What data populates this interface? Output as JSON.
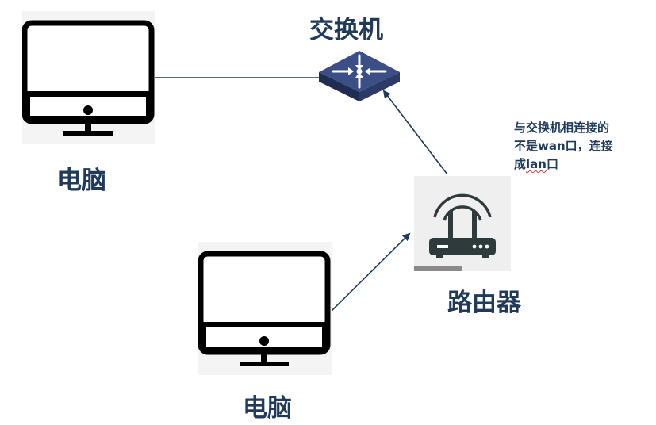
{
  "nodes": {
    "switch_label": "交换机",
    "pc_top_label": "电脑",
    "pc_bottom_label": "电脑",
    "router_label": "路由器"
  },
  "note": {
    "line1": "与交换机相连接的",
    "line2": "不是wan口，连接",
    "line3_prefix": "成",
    "line3_underlined": "lan",
    "line3_suffix": "口"
  },
  "colors": {
    "label_text": "#1f3a5a",
    "connector_line": "#1f3a5a",
    "switch_face": "#3b4f86",
    "switch_side": "#202d52",
    "device_stroke": "#000000",
    "router_body": "#2f3a3c"
  },
  "icons": {
    "pc": "desktop-monitor-icon",
    "switch": "network-switch-icon",
    "router": "wifi-router-icon"
  }
}
